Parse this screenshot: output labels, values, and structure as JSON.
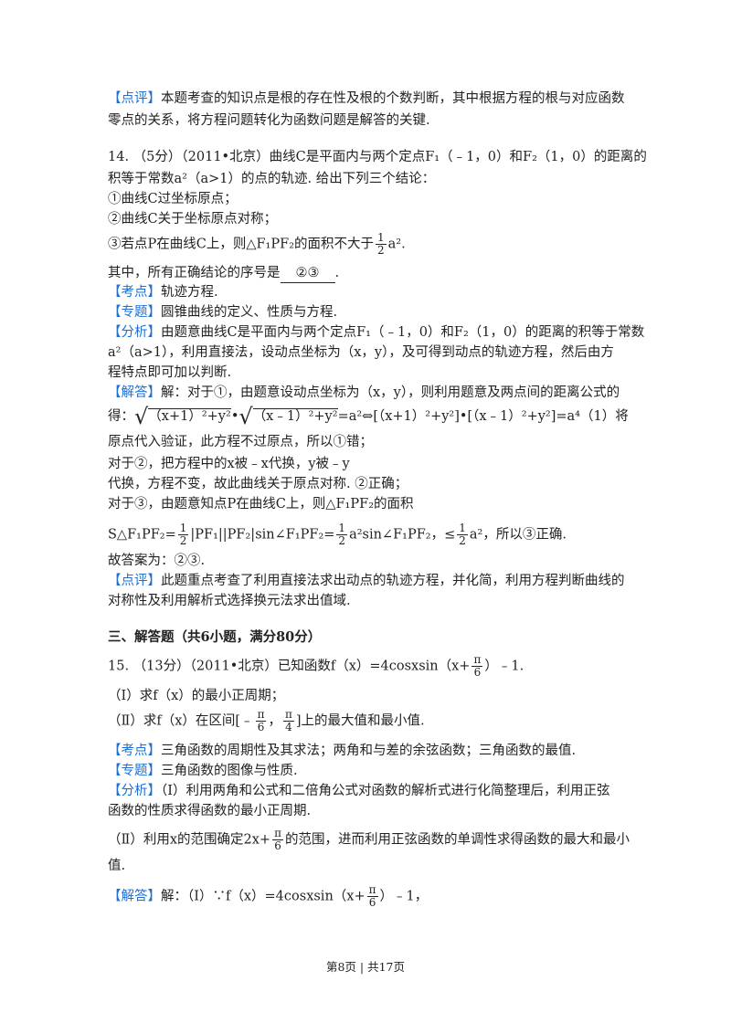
{
  "tags": {
    "dianping": "【点评】",
    "kaodian": "【考点】",
    "zhuanti": "【专题】",
    "fenxi": "【分析】",
    "jieda": "【解答】"
  },
  "block1": {
    "l1": "本题考查的知识点是根的存在性及根的个数判断，其中根据方程的根与对应函数",
    "l2": "零点的关系，将方程问题转化为函数问题是解答的关键."
  },
  "q14": {
    "l1": "14. （5分）（2011•北京）曲线C是平面内与两个定点F₁（﹣1，0）和F₂（1，0）的距离的",
    "l2": "积等于常数a²（a>1）的点的轨迹. 给出下列三个结论：",
    "c1": "①曲线C过坐标原点；",
    "c2": "②曲线C关于坐标原点对称；",
    "c3_pre": "③若点P在曲线C上，则△F₁PF₂的面积不大于",
    "c3_post": "a².",
    "half_n": "1",
    "half_d": "2",
    "ask_pre": "其中，所有正确结论的序号是",
    "ask_ans": "②③",
    "ask_post": ".",
    "kaodian": "轨迹方程.",
    "zhuanti": "圆锥曲线的定义、性质与方程.",
    "fenxi1": "由题意曲线C是平面内与两个定点F₁（﹣1，0）和F₂（1，0）的距离的积等于常数",
    "fenxi2": "a²（a>1），利用直接法，设动点坐标为（x，y），及可得到动点的轨迹方程，然后由方",
    "fenxi3": "程特点即可加以判断.",
    "jieda1": "解：对于①，由题意设动点坐标为（x，y），则利用题意及两点间的距离公式的",
    "jieda2_pre": "得：",
    "jieda2_r1": "（x+1）²+y²",
    "jieda2_mid": "•",
    "jieda2_r2": "（x﹣1）²+y²",
    "jieda2_post": "=a²⇔[（x+1）²+y²]•[（x﹣1）²+y²]=a⁴（1）将",
    "jieda3": "原点代入验证，此方程不过原点，所以①错；",
    "jieda4": "对于②，把方程中的x被﹣x代换，y被﹣y",
    "jieda5": "代换，方程不变，故此曲线关于原点对称. ②正确；",
    "jieda6": "对于③，由题意知点P在曲线C上，则△F₁PF₂的面积",
    "area_pre": "S△F₁PF₂=",
    "area_mid": "|PF₁||PF₂|sin∠F₁PF₂=",
    "area_mid2": "a²sin∠F₁PF₂，≤",
    "area_post": "a²，所以③正确.",
    "answer": "故答案为：②③.",
    "dianping1": "此题重点考查了利用直接法求出动点的轨迹方程，并化简，利用方程判断曲线的",
    "dianping2": "对称性及利用解析式选择换元法求出值域."
  },
  "section3": "三、解答题（共6小题，满分80分）",
  "q15": {
    "stem_pre": "15. （13分）（2011•北京）已知函数f（x）=4cosxsin（x+",
    "pi": "π",
    "six": "6",
    "four": "4",
    "stem_post": "）﹣1.",
    "p1": "（Ⅰ）求f（x）的最小正周期；",
    "p2_pre": "（Ⅱ）求f（x）在区间[﹣",
    "p2_comma": "，",
    "p2_post": "]上的最大值和最小值.",
    "kaodian": "三角函数的周期性及其求法；两角和与差的余弦函数；三角函数的最值.",
    "zhuanti": "三角函数的图像与性质.",
    "fenxi1": "（Ⅰ）利用两角和公式和二倍角公式对函数的解析式进行化简整理后，利用正弦",
    "fenxi2": "函数的性质求得函数的最小正周期.",
    "fenxi3_pre": "（Ⅱ）利用x的范围确定2x+",
    "fenxi3_post": "的范围，进而利用正弦函数的单调性求得函数的最大和最小",
    "fenxi4": "值.",
    "jieda_pre": "解：（Ⅰ）∵f（x）=4cosxsin（x+",
    "jieda_post": "）﹣1，"
  },
  "footer": "第8页 | 共17页"
}
